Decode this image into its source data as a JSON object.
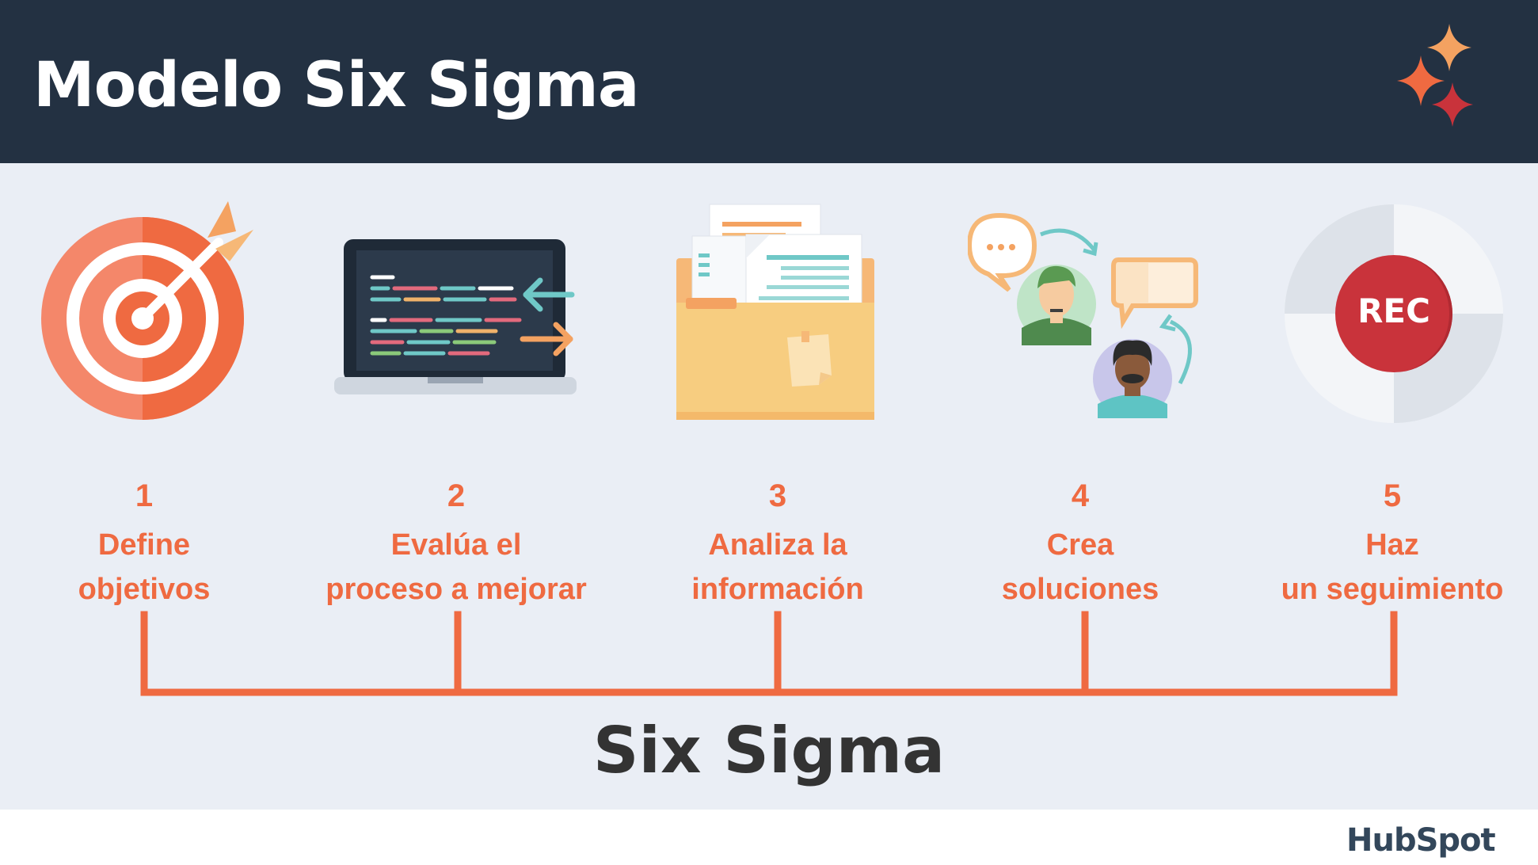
{
  "header": {
    "title": "Modelo Six Sigma"
  },
  "steps": [
    {
      "number": "1",
      "line1": "Define",
      "line2": "objetivos",
      "icon": "target-icon"
    },
    {
      "number": "2",
      "line1": "Evalúa el",
      "line2": "proceso a mejorar",
      "icon": "laptop-code-icon"
    },
    {
      "number": "3",
      "line1": "Analiza la",
      "line2": "información",
      "icon": "folder-documents-icon"
    },
    {
      "number": "4",
      "line1": "Crea",
      "line2": "soluciones",
      "icon": "chat-people-icon"
    },
    {
      "number": "5",
      "line1": "Haz",
      "line2": "un seguimiento",
      "icon": "rec-button-icon"
    }
  ],
  "icons": {
    "rec_label": "REC"
  },
  "diagram": {
    "title": "Six Sigma"
  },
  "footer": {
    "logo_text": "HubSpot"
  },
  "colors": {
    "header_bg": "#233142",
    "main_bg": "#eaeef5",
    "accent": "#ef6a41",
    "title_dark": "#333333"
  }
}
